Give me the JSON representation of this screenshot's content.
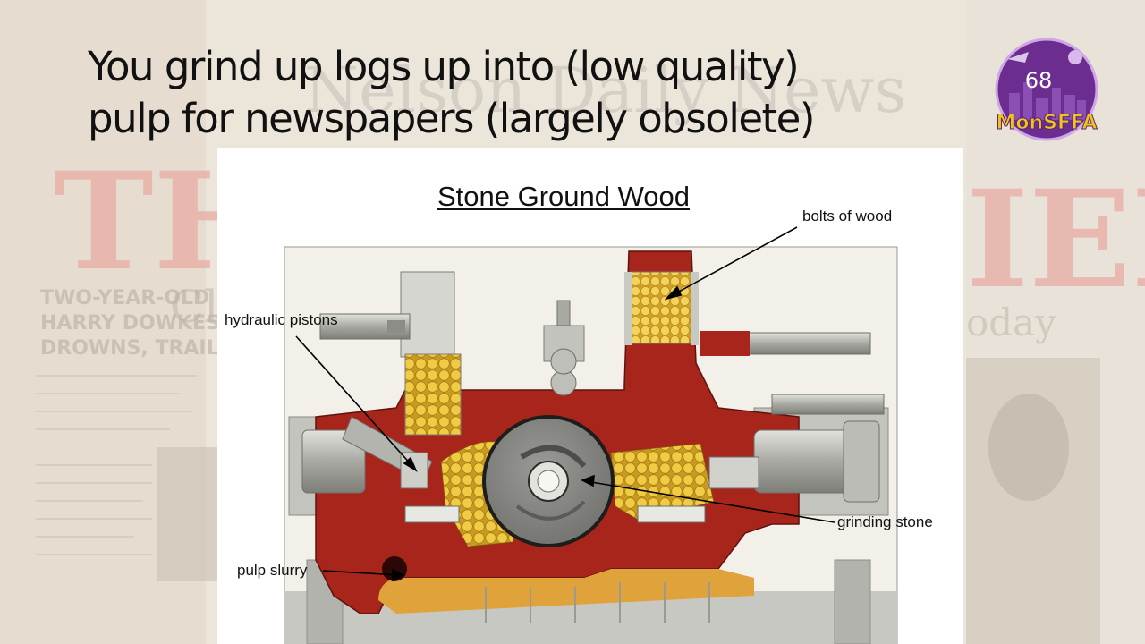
{
  "slide": {
    "title_lines": [
      "You grind up logs up into (low quality)",
      "pulp for newspapers (largely obsolete)"
    ],
    "slide_number": "68",
    "logo_text": "MonSFFA"
  },
  "diagram": {
    "title": "Stone Ground Wood",
    "labels": {
      "bolts": "bolts of wood",
      "pistons": "hydraulic pistons",
      "stone": "grinding stone",
      "slurry": "pulp slurry"
    }
  },
  "colors": {
    "machine_red": "#a8251c",
    "wood_yellow": "#e8c23a",
    "steel_grey": "#b9b9b4",
    "logo_purple": "#6b2d90",
    "logo_gold": "#f2c318"
  }
}
